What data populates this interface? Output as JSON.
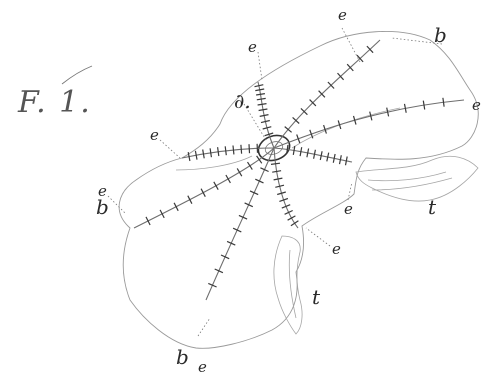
{
  "figure_label": "F. 1.",
  "labels": {
    "b_top_right": "b",
    "b_left": "b",
    "b_bottom": "b",
    "e_top": "e",
    "e_top_center": "e",
    "e_right": "e",
    "e_left_upper": "e",
    "e_left": "e",
    "e_center_right": "e",
    "e_lower_right": "e",
    "e_bottom": "e",
    "d_center": "∂.",
    "t_right": "t",
    "t_bottom": "t"
  }
}
